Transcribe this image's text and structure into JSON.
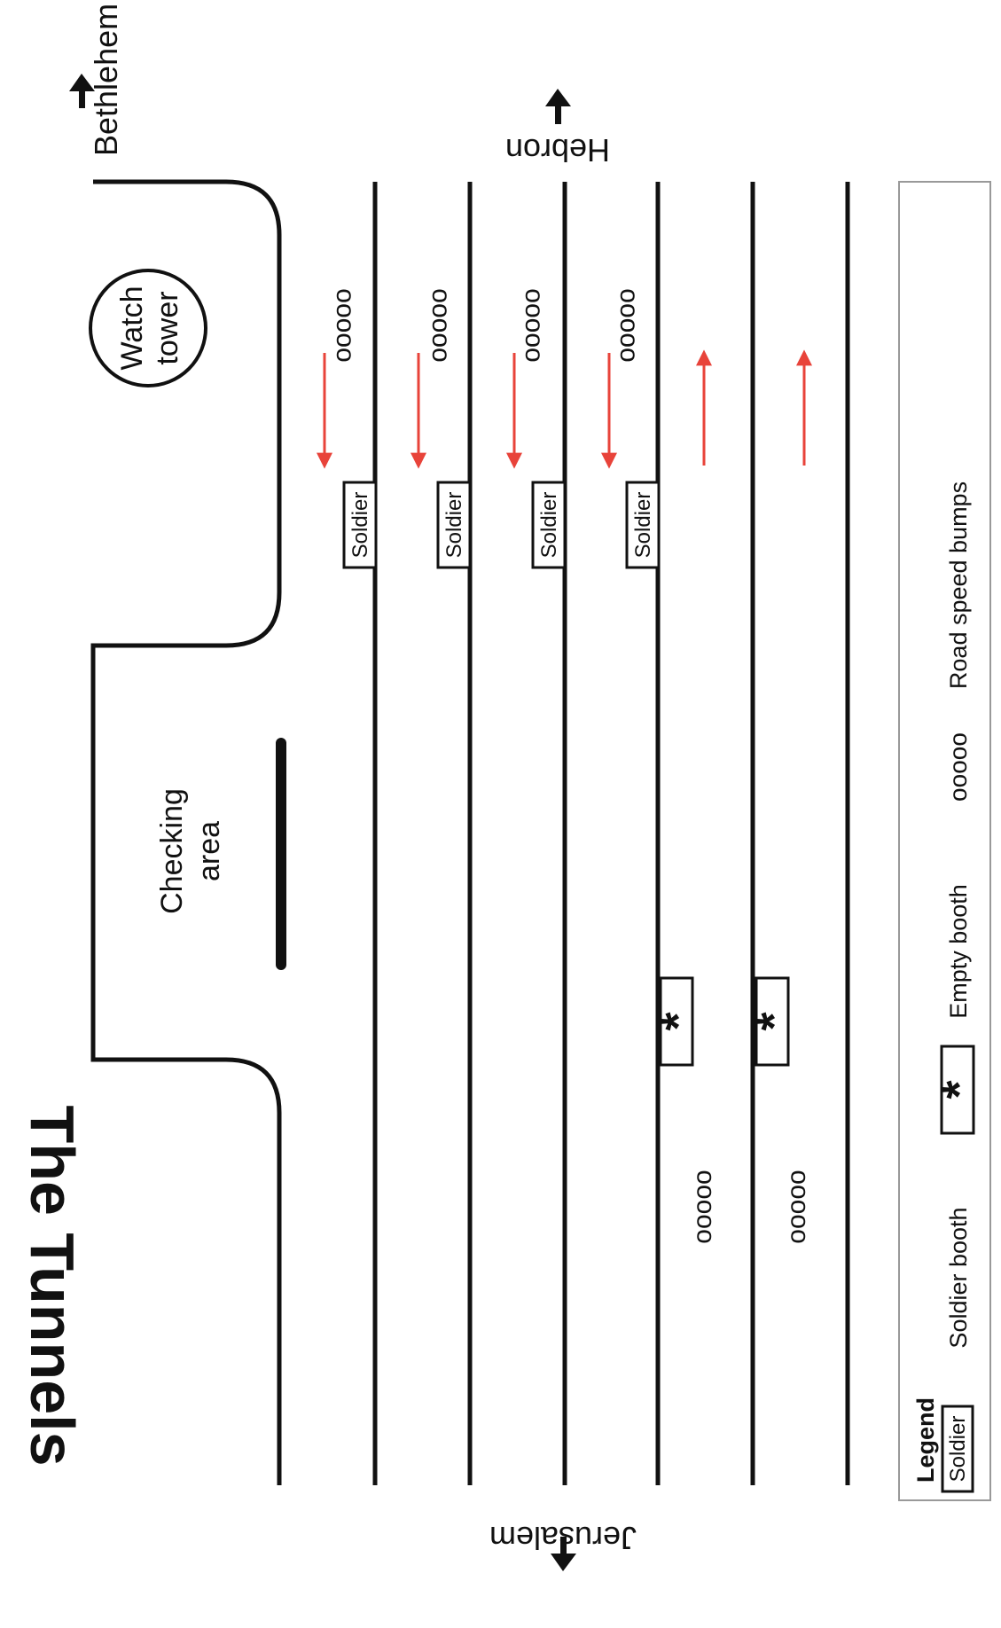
{
  "title": "The Tunnels",
  "destinations": {
    "top_left": "Bethlehem",
    "top_center": "Hebron",
    "bottom": "Jerusalem"
  },
  "places": {
    "watch_tower_line1": "Watch",
    "watch_tower_line2": "tower",
    "checking_area_line1": "Checking",
    "checking_area_line2": "area"
  },
  "booths": {
    "soldier_label": "Soldier",
    "empty_symbol": "*"
  },
  "speed_bump_symbol": "ooooo",
  "legend": {
    "heading": "Legend",
    "soldier_booth_label": "Soldier booth",
    "empty_booth_label": "Empty booth",
    "road_speed_bumps_label": "Road speed bumps"
  },
  "colors": {
    "line": "#111111",
    "traffic_arrow": "#e8433a",
    "legend_border": "#999999"
  }
}
